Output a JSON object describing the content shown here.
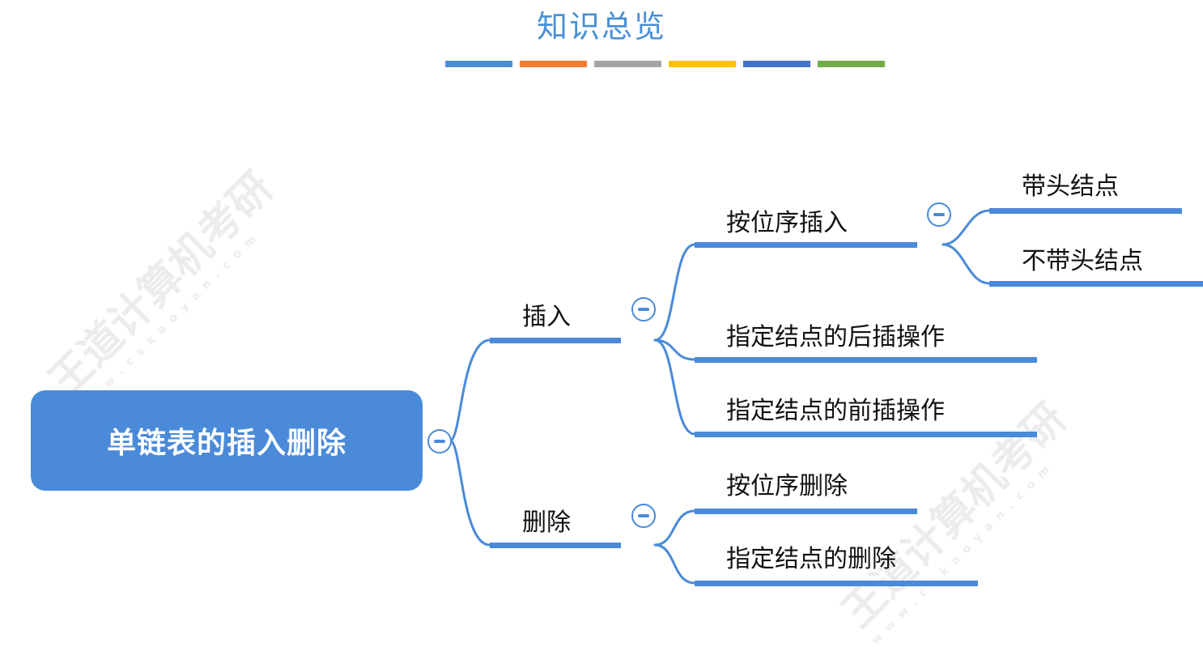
{
  "title": "知识总览",
  "color_bar": [
    "#4a90d6",
    "#ed7d31",
    "#a5a5a5",
    "#ffc000",
    "#4472c4",
    "#70ad47"
  ],
  "root": {
    "label": "单链表的插入删除"
  },
  "branches": [
    {
      "label": "插入",
      "children": [
        {
          "label": "按位序插入",
          "children": [
            {
              "label": "带头结点"
            },
            {
              "label": "不带头结点"
            }
          ]
        },
        {
          "label": "指定结点的后插操作"
        },
        {
          "label": "指定结点的前插操作"
        }
      ]
    },
    {
      "label": "删除",
      "children": [
        {
          "label": "按位序删除"
        },
        {
          "label": "指定结点的删除"
        }
      ]
    }
  ],
  "watermark": {
    "brand": "王道计算机考研",
    "url": "www.cskaoyan.com"
  }
}
